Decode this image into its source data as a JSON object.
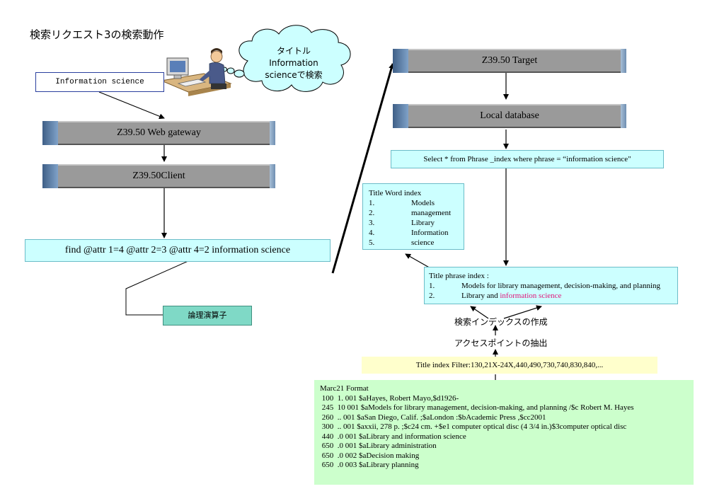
{
  "title": "検索リクエスト3の検索動作",
  "query_input": "Information science",
  "cloud": {
    "line1": "タイトル",
    "line2": "Information",
    "line3": "scienceで検索"
  },
  "left_bars": {
    "gateway": "Z39.50 Web gateway",
    "client": "Z39.50Client"
  },
  "find_command": "find @attr 1=4 @attr 2=3 @attr 4=2 information science",
  "logic_operator_label": "論理演算子",
  "right_bars": {
    "target": "Z39.50 Target",
    "local_db": "Local database"
  },
  "select_query": "Select * from Phrase _index where phrase = “information science\"",
  "word_index": {
    "header": "Title  Word index",
    "items": [
      {
        "num": "1.",
        "text": "Models"
      },
      {
        "num": "2.",
        "text": "management"
      },
      {
        "num": "3.",
        "text": "Library"
      },
      {
        "num": "4.",
        "text": "Information"
      },
      {
        "num": "5.",
        "text": "science"
      }
    ]
  },
  "phrase_index": {
    "header": "Title  phrase index :",
    "item1_num": "1.",
    "item1_text": "Models for library management, decision-making, and planning",
    "item2_num": "2.",
    "item2_text_plain": "Library and ",
    "item2_text_highlight": "information science"
  },
  "index_creation_label": "検索インデックスの作成",
  "access_point_label": "アクセスポイントの抽出",
  "filter_text": "Title index Filter:130,21X-24X,440,490,730,740,830,840,...",
  "marc": {
    "header": "Marc21 Format",
    "lines": [
      " 100  1. 001 $aHayes, Robert Mayo,$d1926-",
      " 245  10 001 $aModels for library management, decision-making, and planning /$c Robert M. Hayes",
      " 260  .. 001 $aSan Diego, Calif. ;$aLondon :$bAcademic Press ,$cc2001",
      " 300  .. 001 $axxii, 278 p. ;$c24 cm. +$e1 computer optical disc (4 3/4 in.)$3computer optical disc",
      " 440  .0 001 $aLibrary and information science",
      " 650  .0 001 $aLibrary administration",
      " 650  .0 002 $aDecision making",
      " 650  .0 003 $aLibrary planning"
    ]
  },
  "colors": {
    "bar_gray": "#9a9a9a",
    "bar_blue": "#5b7fa8",
    "cyan_box": "#ccffff",
    "logic_box": "#7fd9c6",
    "filter_box": "#ffffcc",
    "marc_box": "#ccffcc",
    "highlight": "#e0157a"
  }
}
